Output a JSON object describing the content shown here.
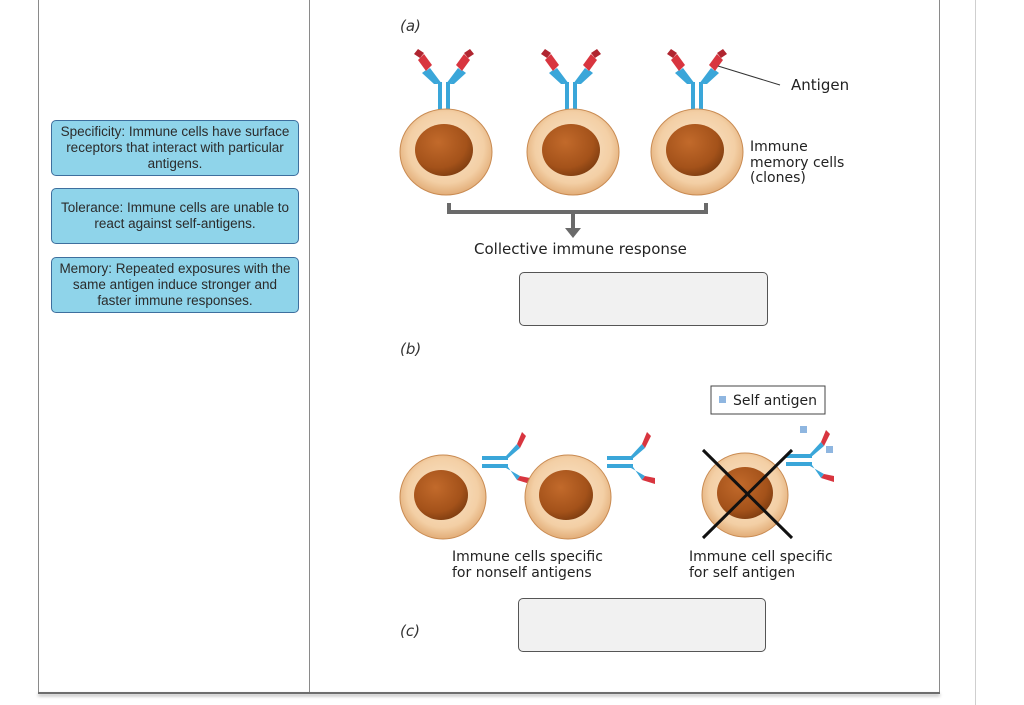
{
  "cards": [
    "Specificity: Immune cells have surface receptors that interact with particular antigens.",
    "Tolerance: Immune cells are unable to react against self-antigens.",
    "Memory: Repeated exposures with the same antigen induce stronger and faster immune responses."
  ],
  "panels": {
    "a": "(a)",
    "b": "(b)",
    "c": "(c)"
  },
  "diagram_a": {
    "antigen_label": "Antigen",
    "memory_label_1": "Immune",
    "memory_label_2": "memory cells",
    "memory_label_3": "(clones)",
    "response_label": "Collective immune response"
  },
  "diagram_b": {
    "legend_label": "Self antigen",
    "nonself_label_1": "Immune cells specific",
    "nonself_label_2": "for nonself antigens",
    "self_label_1": "Immune cell specific",
    "self_label_2": "for self antigen"
  },
  "colors": {
    "card_fill": "#8fd4ea",
    "cell_outer": "#f3cfa5",
    "nucleus": "#a9581d",
    "receptor_blue": "#3aa6d9",
    "antigen_red": "#d8353f",
    "self_antigen": "#8fb6e0"
  }
}
